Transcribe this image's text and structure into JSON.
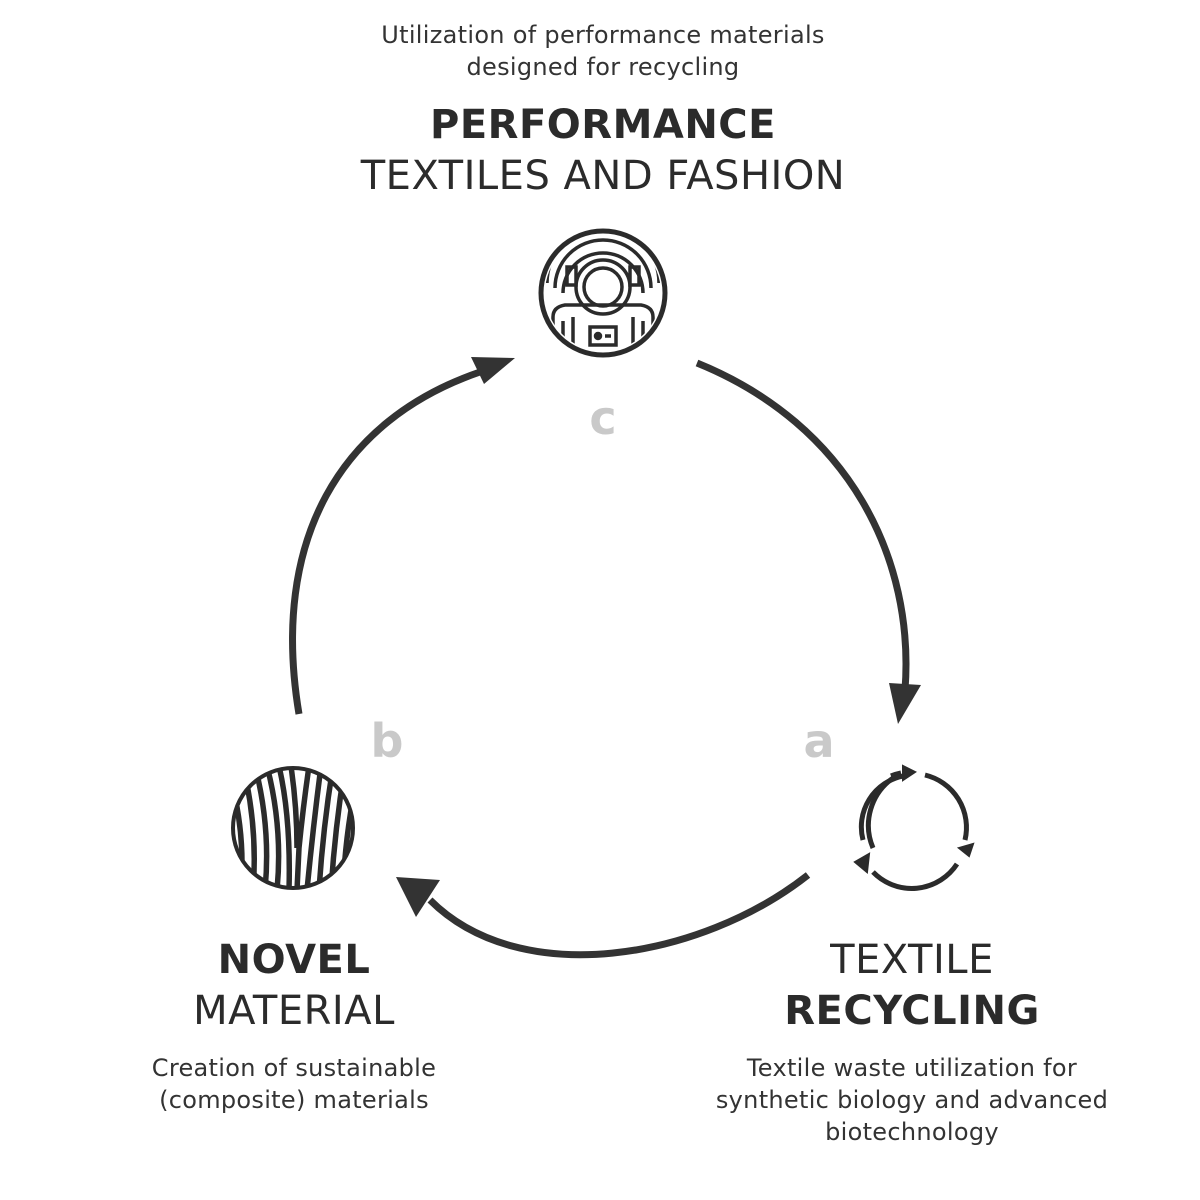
{
  "top": {
    "description": [
      "Utilization of performance materials",
      "designed for recycling"
    ],
    "title_bold": "PERFORMANCE",
    "title_light": "TEXTILES AND FASHION",
    "step": "c",
    "icon": "astronaut-icon"
  },
  "left": {
    "title_bold": "NOVEL",
    "title_light": "MATERIAL",
    "description": [
      "Creation of sustainable",
      "(composite) materials"
    ],
    "step": "b",
    "icon": "fiber-texture-icon"
  },
  "right": {
    "title_light": "TEXTILE",
    "title_bold": "RECYCLING",
    "description": [
      "Textile waste utilization for",
      "synthetic biology and advanced",
      "biotechnology"
    ],
    "step": "a",
    "icon": "recycle-icon"
  },
  "colors": {
    "text": "#2b2b2b",
    "arrow": "#333333",
    "step_letter": "#c9c9c9"
  }
}
